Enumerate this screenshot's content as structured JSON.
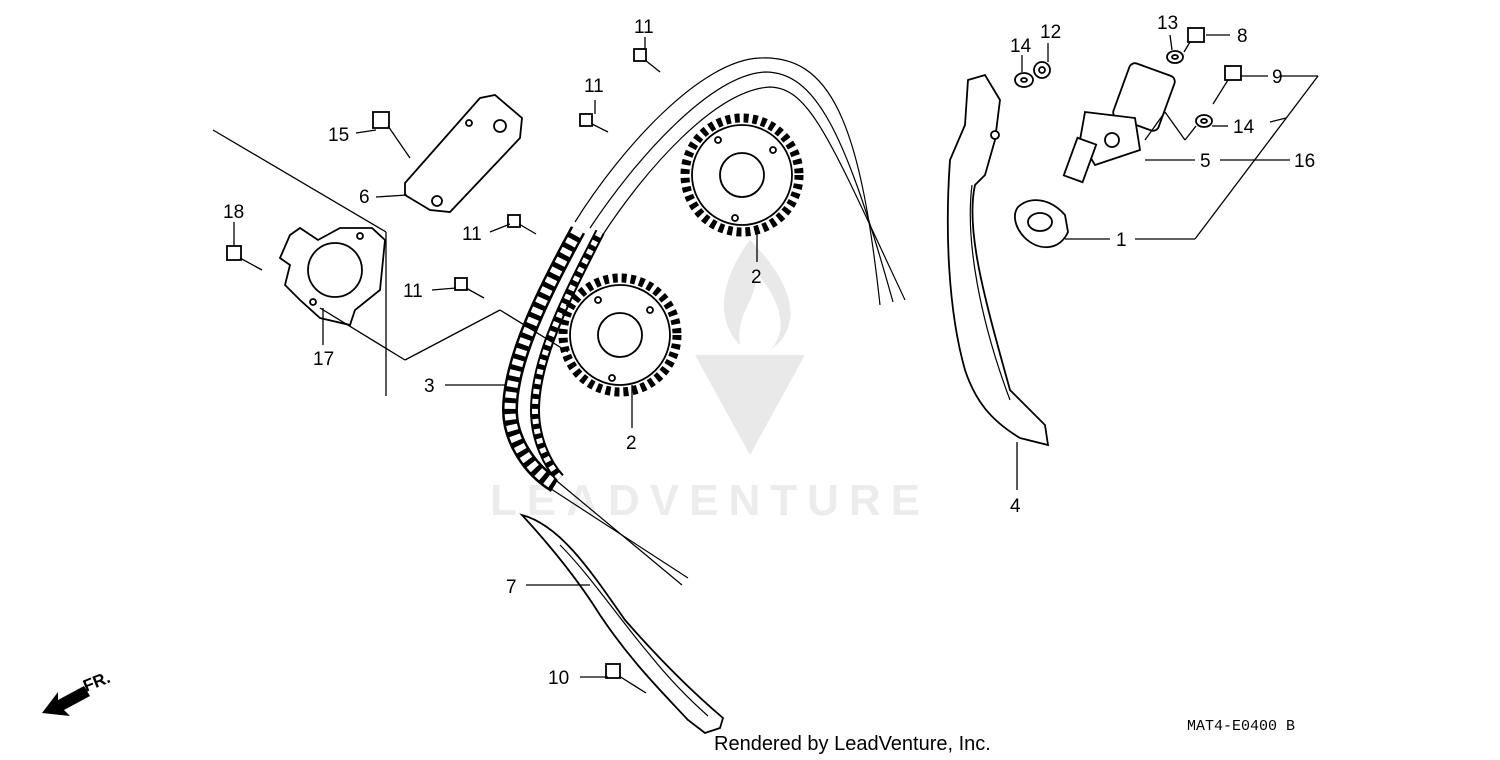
{
  "watermark": {
    "brand": "LEADVENTURE"
  },
  "callouts": [
    {
      "id": "c11a",
      "label": "11"
    },
    {
      "id": "c11b",
      "label": "11"
    },
    {
      "id": "c11c",
      "label": "11"
    },
    {
      "id": "c11d",
      "label": "11"
    },
    {
      "id": "c15",
      "label": "15"
    },
    {
      "id": "c6",
      "label": "6"
    },
    {
      "id": "c18",
      "label": "18"
    },
    {
      "id": "c17",
      "label": "17"
    },
    {
      "id": "c3",
      "label": "3"
    },
    {
      "id": "c2a",
      "label": "2"
    },
    {
      "id": "c2b",
      "label": "2"
    },
    {
      "id": "c7",
      "label": "7"
    },
    {
      "id": "c10",
      "label": "10"
    },
    {
      "id": "c4",
      "label": "4"
    },
    {
      "id": "c14a",
      "label": "14"
    },
    {
      "id": "c12",
      "label": "12"
    },
    {
      "id": "c13",
      "label": "13"
    },
    {
      "id": "c8",
      "label": "8"
    },
    {
      "id": "c9",
      "label": "9"
    },
    {
      "id": "c14b",
      "label": "14"
    },
    {
      "id": "c5",
      "label": "5"
    },
    {
      "id": "c16",
      "label": "16"
    },
    {
      "id": "c1",
      "label": "1"
    }
  ],
  "direction_label": "FR.",
  "reference_code": "MAT4-E0400 B",
  "footer": "Rendered by LeadVenture, Inc."
}
